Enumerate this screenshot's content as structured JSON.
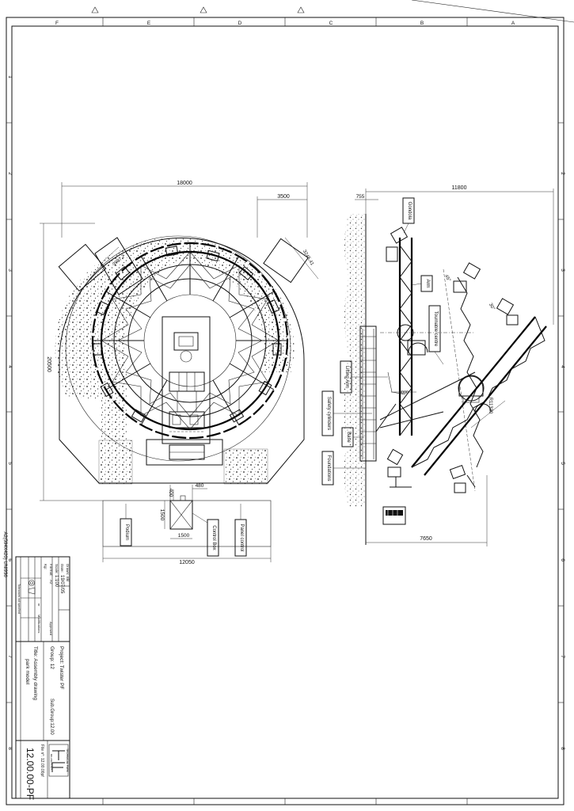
{
  "frame": {
    "cols": [
      "F",
      "E",
      "D",
      "C",
      "B",
      "A"
    ],
    "rows": [
      "1",
      "2",
      "3",
      "4",
      "5",
      "6",
      "7",
      "8"
    ],
    "sheet_code": "A2(594X420) UNI936"
  },
  "plan": {
    "dims": {
      "width": "18000",
      "gap": "3500",
      "height": "20500",
      "arc1": "3987,7",
      "arc2": "3245,41",
      "d480": "480",
      "d400": "400",
      "d1500v": "1500",
      "d1500h": "1500",
      "base_w": "12050"
    },
    "labels": {
      "podium": "Podium",
      "control_box": "Control Box",
      "panel_control": "Panel control"
    }
  },
  "elevation": {
    "dims": {
      "d755": "755",
      "width": "11800",
      "base": "7650",
      "radius": "R11330",
      "angle1": "45°",
      "angle2": "30°",
      "mid": "3000"
    },
    "labels": {
      "gondola": "Gondola",
      "arm": "Arm",
      "tourne": "Tournable centre",
      "lifting": "Lifting Arm",
      "safety": "Safety cylinders",
      "base": "Base",
      "foundations": "Foundations"
    }
  },
  "title_block": {
    "header": "Tolerances not specified",
    "drawn_label": "Drawn:",
    "drawn": "Ekl",
    "date_label": "Date:",
    "date": "19/07/05",
    "scale_label": "Scale:",
    "scale": "1:100",
    "format_label": "Format:",
    "format": "A2",
    "kg_label": "Kg:",
    "nr_label": "nr",
    "modif_label": "Modifications",
    "approved_label": "Approved",
    "project": "Project: Twister PF",
    "group": "Group: 12",
    "subgroup": "Sub.Group:12.00",
    "title": "Title: Assembly drawing",
    "title2": "park model",
    "company": "TECHNICAL PARK",
    "company_sub": "MILANO ITALY",
    "file": "File n°: 12.00.00pf",
    "drawing_no": "12.00.00-PF"
  }
}
